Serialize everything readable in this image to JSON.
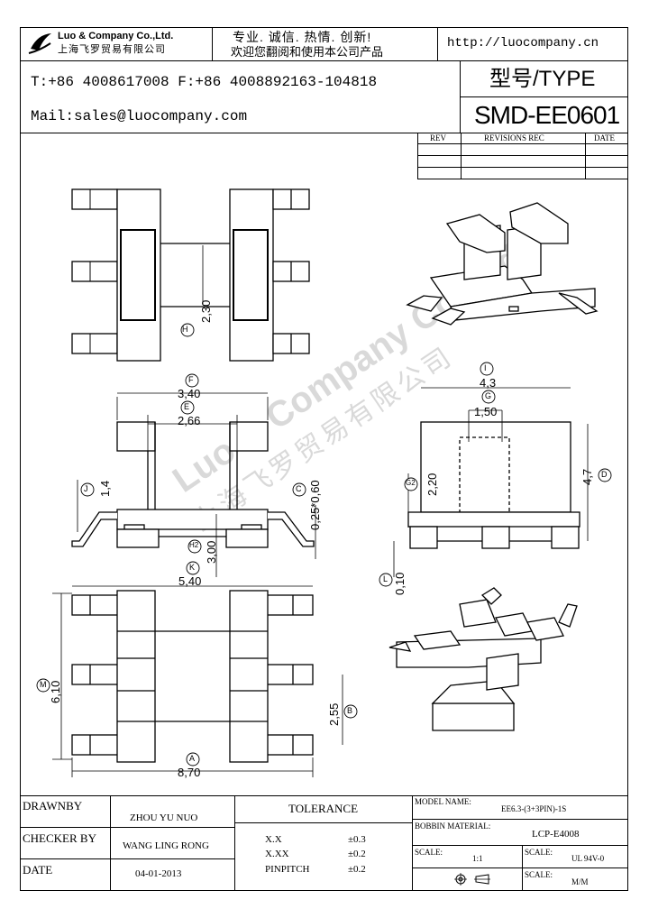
{
  "header": {
    "company_en": "Luo & Company Co.,Ltd.",
    "company_cn": "上海飞罗贸易有限公司",
    "slogan_line1": "专业. 诚信.  热情.  创新!",
    "slogan_line2": "欢迎您翻阅和使用本公司产品",
    "website": "http://luocompany.cn",
    "phone_fax": "T:+86 4008617008 F:+86 4008892163-104818",
    "email": "Mail:sales@luocompany.com",
    "type_label": "型号/TYPE",
    "model": "SMD-EE0601"
  },
  "revisions": {
    "col_rev": "REV",
    "col_rec": "REVISIONS REC",
    "col_date": "DATE"
  },
  "watermark": {
    "en": "Luo & Company Co.,Ltd.",
    "cn": "上海飞罗贸易有限公司"
  },
  "dimensions": {
    "h": "2,30",
    "h_mark": "H",
    "f": "3,40",
    "f_mark": "F",
    "e": "2,66",
    "e_mark": "E",
    "j": "1,4",
    "j_mark": "J",
    "c": "0,25*0,60",
    "c_mark": "C",
    "h2": "3,00",
    "h2_mark": "H2",
    "k": "5,40",
    "k_mark": "K",
    "m": "6,10",
    "m_mark": "M",
    "b": "2,55",
    "b_mark": "B",
    "a": "8,70",
    "a_mark": "A",
    "i": "4,3",
    "i_mark": "I",
    "g": "1,50",
    "g_mark": "G",
    "g2": "2,20",
    "g2_mark": "G2",
    "d": "4,7",
    "d_mark": "D",
    "l": "0,10",
    "l_mark": "L"
  },
  "titleblock": {
    "drawnby_label": "DRAWNBY",
    "drawnby_value": "ZHOU YU NUO",
    "checker_label": "CHECKER BY",
    "checker_value": "WANG LING RONG",
    "date_label": "DATE",
    "date_value": "04-01-2013",
    "tolerance_label": "TOLERANCE",
    "tol_1_key": "X.X",
    "tol_1_val": "±0.3",
    "tol_2_key": "X.XX",
    "tol_2_val": "±0.2",
    "tol_3_key": "PINPITCH",
    "tol_3_val": "±0.2",
    "model_name_label": "MODEL NAME:",
    "model_name_value": "EE6.3-(3+3PIN)-1S",
    "bobbin_label": "BOBBIN MATERIAL:",
    "bobbin_value": "LCP-E4008",
    "scale_label": "SCALE:",
    "scale_value": "1:1",
    "scale2_label": "SCALE:",
    "scale2_value": "UL 94V-0",
    "scale3_label": "SCALE:",
    "scale3_value": "M/M"
  }
}
